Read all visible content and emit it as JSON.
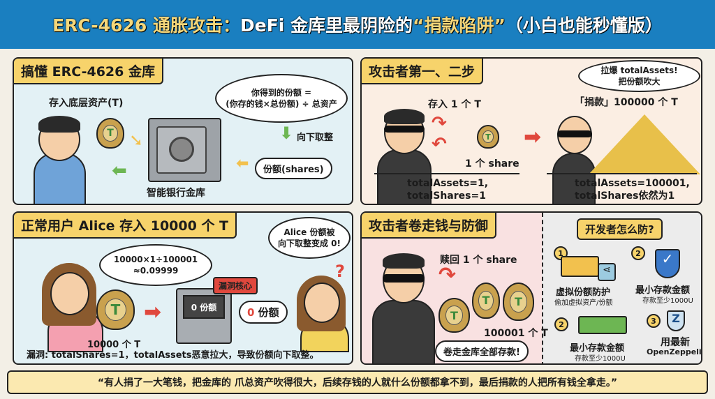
{
  "title": {
    "part1": "ERC-4626 通胀攻击：",
    "part2": "DeFi 金库里最阴险的",
    "part3": "“捐款陷阱”",
    "part4": "（小白也能秒懂版）"
  },
  "panel1": {
    "title": "搞懂 ERC-4626 金库",
    "deposit_label": "存入底层资产(T)",
    "formula_line1": "你得到的份额 =",
    "formula_line2": "(你存的钱×总份额) ÷ 总资产",
    "round_down": "向下取整",
    "shares": "份额(shares)",
    "vault_label": "智能银行金库",
    "bag_letter": "T"
  },
  "panel2": {
    "title": "攻击者第一、二步",
    "deposit_one": "存入 1 个 T",
    "one_share": "1 个 share",
    "state1_line1": "totalAssets=1,",
    "state1_line2": "totalShares=1",
    "donate": "「捐款」100000 个 T",
    "bubble_line1": "拉爆 totalAssets!",
    "bubble_line2": "把份额吹大",
    "state2_line1": "totalAssets=100001,",
    "state2_line2": "totalShares依然为1",
    "bag_letter": "T"
  },
  "panel3": {
    "title": "正常用户 Alice 存入 10000 个 T",
    "calc_line1": "10000×1÷100001",
    "calc_line2": "≈0.09999",
    "bug_core": "漏洞核心",
    "screen": "0 份额",
    "result_num": "0",
    "result_text": "份额",
    "alice_line1": "Alice 份额被",
    "alice_line2": "向下取整变成 0!",
    "question": "?",
    "bag_amount": "10000 个 T",
    "bug_note": "漏洞: totalShares=1，totalAssets恶意拉大，导致份额向下取整。",
    "bag_letter": "T"
  },
  "panel4": {
    "title": "攻击者卷走钱与防御",
    "redeem": "赎回 1 个 share",
    "amount": "100001 个 T",
    "steal": "卷走金库全部存款!",
    "bag_letter": "T",
    "defense_title": "开发者怎么防?",
    "defenses": [
      {
        "num": "1",
        "title": "虚拟份额防护",
        "sub": "偷加虚拟资产/份额"
      },
      {
        "num": "2",
        "title": "最小存款金额",
        "sub": "存款至少1000U"
      },
      {
        "num": "2",
        "title": "最小存款金额",
        "sub": "存款至少1000U"
      },
      {
        "num": "3",
        "title": "用最新",
        "sub": "OpenZeppelin"
      }
    ]
  },
  "footer": {
    "quote": "“有人捐了一大笔钱，把金库的 爪总资产吹得很大，后续存钱的人就什么份额都拿不到，最后捐款的人把所有钱全拿走。”"
  },
  "colors": {
    "title_bg": "#1a7fc0",
    "title_accent": "#f5d77a",
    "label_bg": "#f7d36b",
    "panel_blue": "#e3f1f5",
    "panel_peach": "#fbeee3",
    "panel_pink": "#f9e1e1",
    "danger": "#e0483d"
  }
}
